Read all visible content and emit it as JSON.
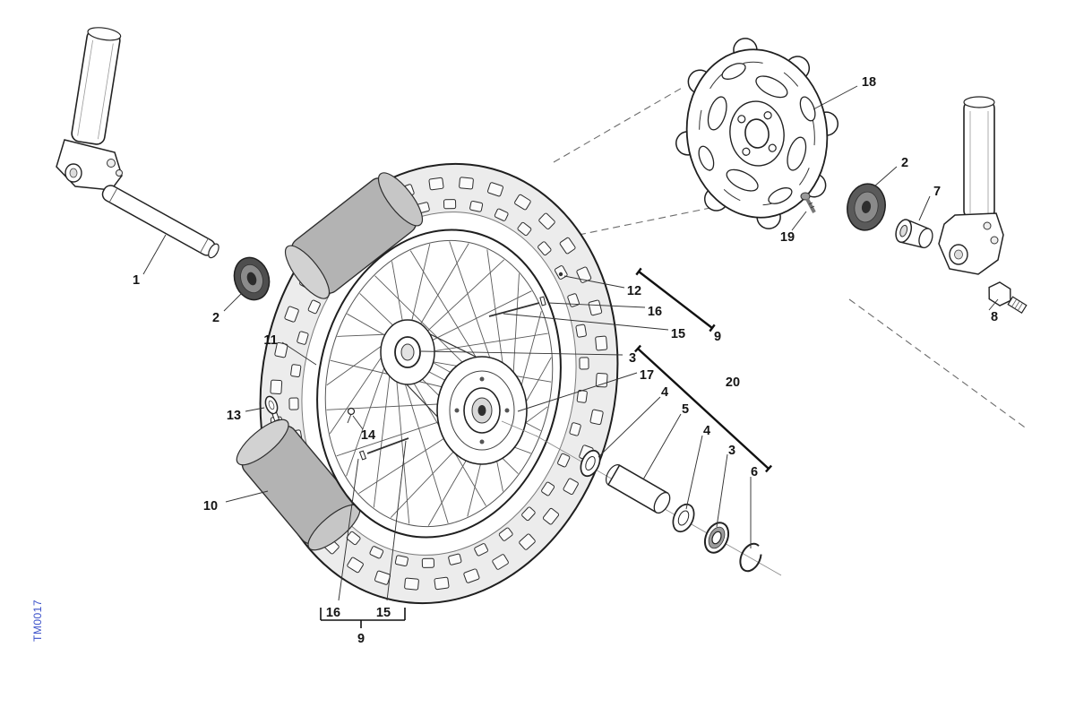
{
  "drawing_code": "TM0017",
  "callouts": {
    "axle": "1",
    "cap_left": "2",
    "rim": "11",
    "valve": "13",
    "rim_band": "10",
    "nipple": "14",
    "bottom_nipple": "16",
    "bottom_spoke": "15",
    "bottom_group": "9",
    "spoke_dot": "12",
    "right_nipple": "16",
    "right_spoke": "15",
    "right_group": "9",
    "hub_bearing": "3",
    "hub": "17",
    "group_20": "20",
    "washer_upper": "4",
    "spacer": "5",
    "washer_lower": "4",
    "bearing": "3",
    "circlip": "6",
    "brake_disc": "18",
    "disc_screw": "19",
    "cap_right": "2",
    "bush": "7",
    "axle_bolt": "8"
  }
}
